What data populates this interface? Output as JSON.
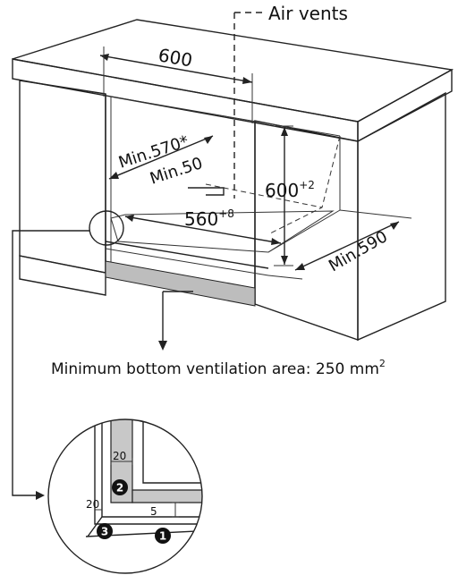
{
  "labels": {
    "air_vents": "Air vents",
    "width_600": "600",
    "min570": "Min.570*",
    "min50": "Min.50",
    "height_600_base": "600",
    "height_600_sup": "+2",
    "depth_560_base": "560",
    "depth_560_sup": "+8",
    "min590": "Min.590",
    "ventilation_base": "Minimum bottom ventilation area: 250 mm",
    "ventilation_sup": "2"
  },
  "detail": {
    "dim_top": "20",
    "dim_left": "20",
    "dim_bottom": "5",
    "marker_1": "1",
    "marker_2": "2",
    "marker_3": "3"
  },
  "colors": {
    "line": "#222222",
    "cabinet_fill": "#ffffff",
    "vent_fill": "#bdbdbd",
    "detail_fill": "#c8c8c8",
    "marker_fill": "#111111"
  }
}
